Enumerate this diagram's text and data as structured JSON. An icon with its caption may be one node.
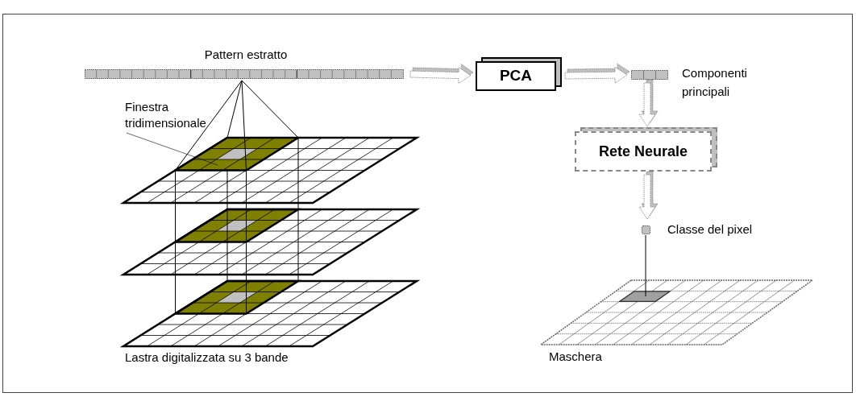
{
  "diagram": {
    "nodes": [
      {
        "text": [
          "Pattern estratto"
        ]
      },
      {
        "text": [
          "PCA"
        ]
      },
      {
        "text": [
          "Componenti principali"
        ]
      },
      {
        "text": [
          "Finestra tridimensionale"
        ]
      },
      {
        "text": [
          "Lastra digitalizzata su 3 bande"
        ]
      },
      {
        "text": [],
        "shape": "box",
        "in": 4
      },
      {
        "text": [
          "Rete Neurale"
        ]
      },
      {
        "text": [
          "Classe del pixel"
        ]
      },
      {
        "text": [
          "Maschera"
        ]
      },
      {
        "text": [],
        "shape": "box",
        "in": 8
      }
    ],
    "edges": [
      {
        "from": 0,
        "to": 1,
        "arrow": "to"
      },
      {
        "from": 1,
        "to": 2,
        "arrow": "to"
      },
      {
        "from": 2,
        "to": 6,
        "arrow": "to"
      },
      {
        "from": 6,
        "to": 7,
        "arrow": "to"
      },
      {
        "from": 7,
        "to": 9,
        "arrow": "none"
      },
      {
        "from": 3,
        "to": 5,
        "arrow": "none"
      },
      {
        "from": 0,
        "to": 5,
        "arrow": "none"
      }
    ]
  }
}
